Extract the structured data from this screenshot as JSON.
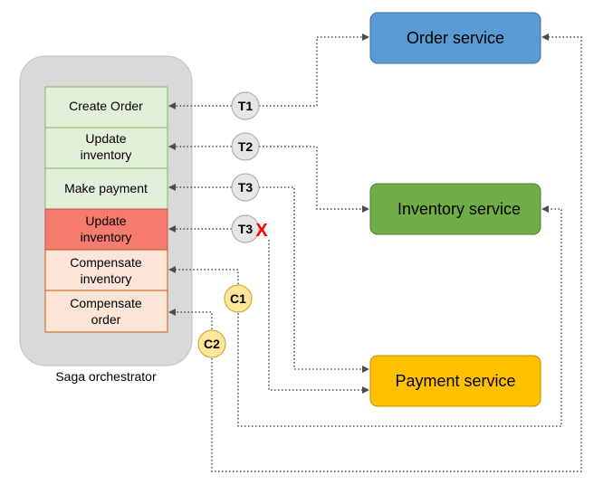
{
  "orchestrator": {
    "label": "Saga orchestrator",
    "steps": [
      {
        "lines": [
          "Create Order"
        ],
        "color": "#e2f0d9"
      },
      {
        "lines": [
          "Update",
          "inventory"
        ],
        "color": "#e2f0d9"
      },
      {
        "lines": [
          "Make payment"
        ],
        "color": "#e2f0d9"
      },
      {
        "lines": [
          "Update",
          "inventory"
        ],
        "color": "#f47b6d"
      },
      {
        "lines": [
          "Compensate",
          "inventory"
        ],
        "color": "#fbe5d6"
      },
      {
        "lines": [
          "Compensate",
          "order"
        ],
        "color": "#fbe5d6"
      }
    ]
  },
  "services": {
    "order": {
      "label": "Order service",
      "color": "#5b9bd5"
    },
    "inventory": {
      "label": "Inventory service",
      "color": "#70ad47"
    },
    "payment": {
      "label": "Payment service",
      "color": "#ffc000"
    }
  },
  "badges": {
    "t1": {
      "label": "T1",
      "color": "#e7e6e6"
    },
    "t2": {
      "label": "T2",
      "color": "#e7e6e6"
    },
    "t3": {
      "label": "T3",
      "color": "#e7e6e6"
    },
    "t3_failed": {
      "label": "T3",
      "color": "#e7e6e6"
    },
    "c1": {
      "label": "C1",
      "color": "#ffe699"
    },
    "c2": {
      "label": "C2",
      "color": "#ffe699"
    }
  },
  "failure_mark": {
    "label": "X",
    "color": "#ff0000"
  }
}
